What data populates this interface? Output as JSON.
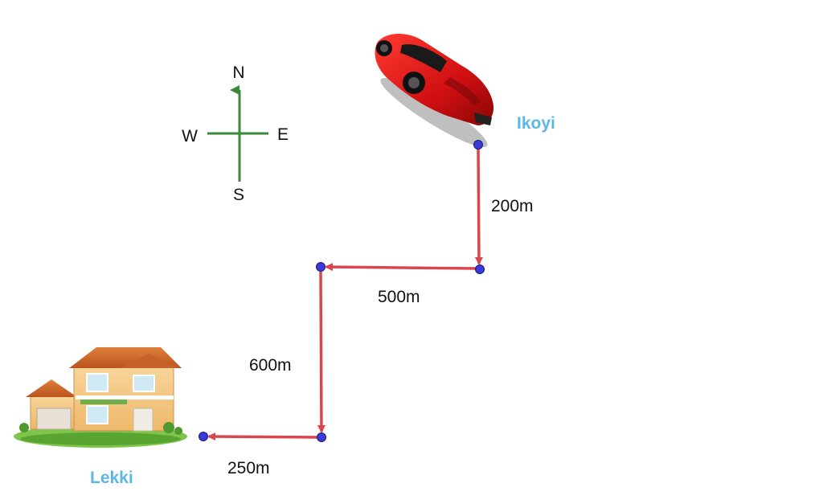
{
  "compass": {
    "north": "N",
    "south": "S",
    "east": "E",
    "west": "W",
    "color": "#3a8a3a"
  },
  "places": {
    "start": "Ikoyi",
    "end": "Lekki",
    "label_color": "#5bb8e6"
  },
  "route": {
    "arrow_color": "#d9464e",
    "point_color": "#3a3ad8",
    "legs": [
      {
        "direction": "south",
        "distance": "200m"
      },
      {
        "direction": "west",
        "distance": "500m"
      },
      {
        "direction": "south",
        "distance": "600m"
      },
      {
        "direction": "west",
        "distance": "250m"
      }
    ]
  },
  "images": {
    "vehicle": "red-sports-car",
    "destination": "house"
  }
}
